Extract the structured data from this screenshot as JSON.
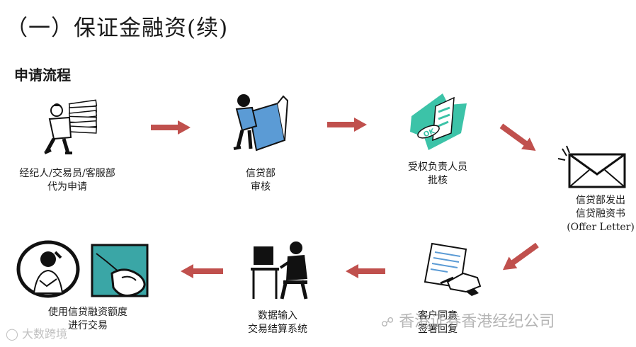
{
  "page_title": "（一）保证金融资(续)",
  "section_heading": "申请流程",
  "steps": [
    {
      "lines": [
        "经纪人/交易员/客服部",
        "代为申请"
      ],
      "icon": "person-carrying-papers-icon"
    },
    {
      "lines": [
        "信贷部",
        "审核"
      ],
      "icon": "person-reviewing-document-icon"
    },
    {
      "lines": [
        "受权负责人员",
        "批核"
      ],
      "icon": "ok-stamp-icon"
    },
    {
      "lines": [
        "信贷部发出",
        "信贷融资书",
        "(Offer Letter)"
      ],
      "icon": "envelope-icon"
    },
    {
      "lines": [
        "客户同意",
        "签署回复"
      ],
      "icon": "hand-signing-icon"
    },
    {
      "lines": [
        "数据输入",
        "交易结算系统"
      ],
      "icon": "person-at-computer-icon"
    },
    {
      "lines": [
        "使用信贷融资额度",
        "进行交易"
      ],
      "icon": "phone-and-mouse-icon"
    }
  ],
  "arrow_color": "#c0504d",
  "icon_color": "#5b9bd5",
  "watermarks": {
    "right": "香港证券香港经纪公司",
    "left": "大数跨境"
  }
}
